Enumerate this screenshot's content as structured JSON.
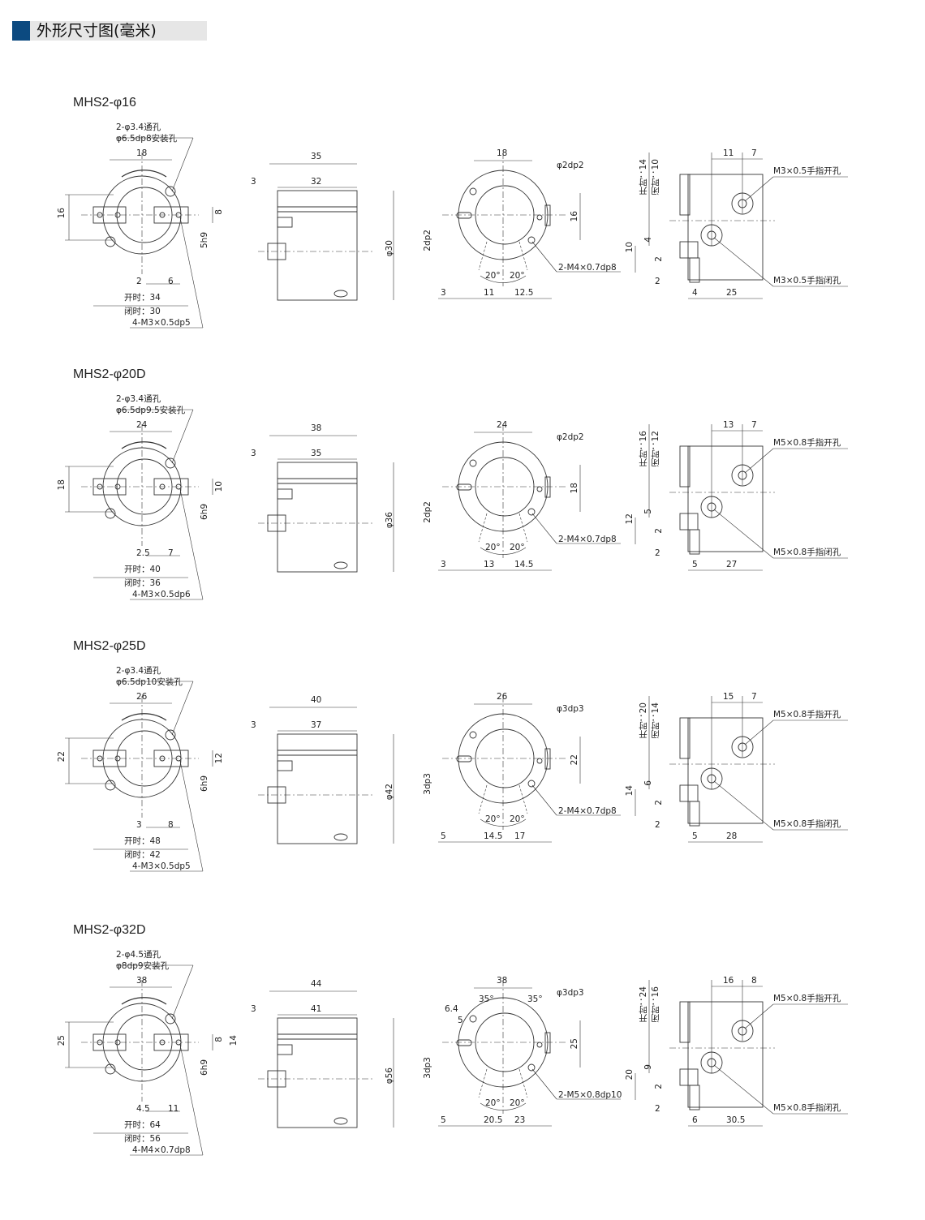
{
  "header": {
    "title": "外形尺寸图(毫米)"
  },
  "models": [
    {
      "name": "MHS2-φ16",
      "front": {
        "hole_note1": "2-φ3.4通孔",
        "hole_note2": "φ6.5dp8安装孔",
        "width": "18",
        "height": "16",
        "tab_width": "8",
        "tab_fit": "5h9",
        "offset": "2",
        "pitch": "6",
        "open": "开时：34",
        "closed": "闭时：30",
        "thread": "4-M3×0.5dp5"
      },
      "side": {
        "length": "35",
        "offset": "3",
        "body": "32",
        "diameter": "φ30"
      },
      "rear": {
        "width": "18",
        "pin": "φ2dp2",
        "spacing": "16",
        "side_pin": "2dp2",
        "thread": "2-M4×0.7dp8",
        "angle_left": "20°",
        "angle_right": "20°",
        "d1": "3",
        "d2": "11",
        "d3": "12.5"
      },
      "finger": {
        "open": "开时：14",
        "closed": "闭时：10",
        "d1": "11",
        "d2": "7",
        "open_port": "M3×0.5手指开孔",
        "h1": "10",
        "h2": "4",
        "h3": "2",
        "w1": "2",
        "w2": "4",
        "w3": "25",
        "closed_port": "M3×0.5手指闭孔"
      }
    },
    {
      "name": "MHS2-φ20D",
      "front": {
        "hole_note1": "2-φ3.4通孔",
        "hole_note2": "φ6.5dp9.5安装孔",
        "width": "24",
        "height": "18",
        "tab_width": "10",
        "tab_fit": "6h9",
        "offset": "2.5",
        "pitch": "7",
        "open": "开时：40",
        "closed": "闭时：36",
        "thread": "4-M3×0.5dp6"
      },
      "side": {
        "length": "38",
        "offset": "3",
        "body": "35",
        "diameter": "φ36"
      },
      "rear": {
        "width": "24",
        "pin": "φ2dp2",
        "spacing": "18",
        "side_pin": "2dp2",
        "thread": "2-M4×0.7dp8",
        "angle_left": "20°",
        "angle_right": "20°",
        "d1": "3",
        "d2": "13",
        "d3": "14.5"
      },
      "finger": {
        "open": "开时：16",
        "closed": "闭时：12",
        "d1": "13",
        "d2": "7",
        "open_port": "M5×0.8手指开孔",
        "h1": "12",
        "h2": "5",
        "h3": "2",
        "w1": "2",
        "w2": "5",
        "w3": "27",
        "closed_port": "M5×0.8手指闭孔"
      }
    },
    {
      "name": "MHS2-φ25D",
      "front": {
        "hole_note1": "2-φ3.4通孔",
        "hole_note2": "φ6.5dp10安装孔",
        "width": "26",
        "height": "22",
        "tab_width": "12",
        "tab_fit": "6h9",
        "offset": "3",
        "pitch": "8",
        "open": "开时：48",
        "closed": "闭时：42",
        "thread": "4-M3×0.5dp5"
      },
      "side": {
        "length": "40",
        "offset": "3",
        "body": "37",
        "diameter": "φ42"
      },
      "rear": {
        "width": "26",
        "pin": "φ3dp3",
        "spacing": "22",
        "side_pin": "3dp3",
        "thread": "2-M4×0.7dp8",
        "angle_left": "20°",
        "angle_right": "20°",
        "d1": "5",
        "d2": "14.5",
        "d3": "17"
      },
      "finger": {
        "open": "开时：20",
        "closed": "闭时：14",
        "d1": "15",
        "d2": "7",
        "open_port": "M5×0.8手指开孔",
        "h1": "14",
        "h2": "6",
        "h3": "2",
        "w1": "2",
        "w2": "5",
        "w3": "28",
        "closed_port": "M5×0.8手指闭孔"
      }
    },
    {
      "name": "MHS2-φ32D",
      "front": {
        "hole_note1": "2-φ4.5通孔",
        "hole_note2": "φ8dp9安装孔",
        "width": "38",
        "height": "25",
        "tab_width": "8",
        "tab_height": "14",
        "tab_fit": "6h9",
        "offset": "4.5",
        "pitch": "11",
        "open": "开时：64",
        "closed": "闭时：56",
        "thread": "4-M4×0.7dp8"
      },
      "side": {
        "length": "44",
        "offset": "3",
        "body": "41",
        "diameter": "φ56"
      },
      "rear": {
        "width": "38",
        "angle_top_left": "35°",
        "angle_top_right": "35°",
        "slot_width": "6.4",
        "slot_inner": "5",
        "pin": "φ3dp3",
        "spacing": "25",
        "side_pin": "3dp3",
        "thread": "2-M5×0.8dp10",
        "angle_left": "20°",
        "angle_right": "20°",
        "d1": "5",
        "d2": "20.5",
        "d3": "23"
      },
      "finger": {
        "open": "开时：24",
        "closed": "闭时：16",
        "d1": "16",
        "d2": "8",
        "open_port": "M5×0.8手指开孔",
        "h1": "20",
        "h2": "9",
        "h3": "2",
        "w1": "2",
        "w2": "6",
        "w3": "30.5",
        "closed_port": "M5×0.8手指闭孔"
      }
    }
  ]
}
